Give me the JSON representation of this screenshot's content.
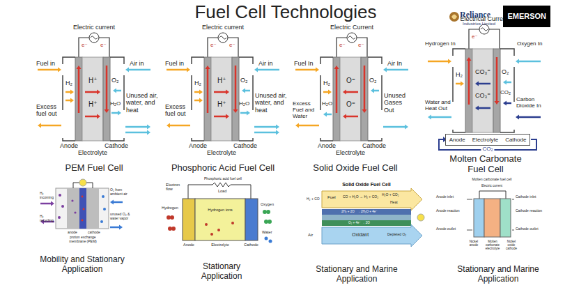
{
  "diagram": {
    "title": "Fuel Cell Technologies",
    "nodes": [
      {
        "text": [
          "EMERSON"
        ]
      },
      {
        "text": [
          "Anode",
          "Electrolyte",
          "Cathode"
        ]
      }
    ],
    "labels": [
      "Reliance",
      "Industries Limited",
      "Electric current",
      "e⁻",
      "e⁻",
      "Fuel in",
      "Air in",
      "H₂",
      "H⁺",
      "H⁺",
      "O₂",
      "H₂O",
      "Excess fuel out",
      "Unused air, water, and heat",
      "Anode",
      "Electrolyte",
      "Cathode",
      "Electric current",
      "e⁻",
      "e⁻",
      "Fuel in",
      "Air in",
      "H₂",
      "H⁺",
      "H⁺",
      "O₂",
      "H₂O",
      "Excess fuel out",
      "Unused air, water, and heat",
      "Anode",
      "Electrolyte",
      "Cathode",
      "Electric Current",
      "e⁻",
      "e⁻",
      "Fuel In",
      "Air In",
      "H₂",
      "O⁼",
      "O⁼",
      "O₂",
      "H₂O",
      "Excess Fuel and Water",
      "Unused Gases Out",
      "Anode",
      "Electrolyte",
      "Cathode",
      "Electrical Current",
      "e⁻",
      "Hydrogen In",
      "Oxygen In",
      "H₂",
      "CO₃⁼",
      "CO₃⁼",
      "O₂",
      "CO₂",
      "Water and Heat Out",
      "Carbon Dioxide In",
      "CO₂",
      "PEM Fuel Cell",
      "Phosphoric Acid Fuel Cell",
      "Solid Oxide Fuel Cell",
      "Molten Carbonate Fuel Cell",
      "H₂ incoming",
      "H₂ recycling",
      "O₂ from ambient air",
      "unused O₂ & water vapor",
      "anode",
      "cathode",
      "proton exchange membrane (PEM)",
      "Mobility and Stationary Application",
      "Phosphoric acid fuel cell",
      "Electron flow",
      "Load",
      "Hydrogen",
      "Hydrogen ions",
      "Oxygen",
      "Water",
      "Anode",
      "Electrolyte",
      "Cathode",
      "Stationary Application",
      "Solid Oxide Fuel Cell",
      "H₂ + CO",
      "Fuel",
      "CO + H₂O → H₂ + CO₂",
      "H₂O + CO₂",
      "Heat",
      "2H₂ + 2O⁼ → 2H₂O + 4e⁻",
      "O₂ + 4e⁻ → 2O⁼",
      "Air",
      "Oxidant",
      "Depleted O₂",
      "Stationary and Marine Application",
      "Molten carbonate fuel cell",
      "Electric current",
      "Anode inlet",
      "Anode reaction",
      "Anode outlet",
      "Cathode inlet",
      "Cathode reaction",
      "Cathode outlet",
      "Nickel anode",
      "Molten carbonate electrolyte",
      "Nickel oxide cathode",
      "Stationary and Marine Application"
    ]
  }
}
